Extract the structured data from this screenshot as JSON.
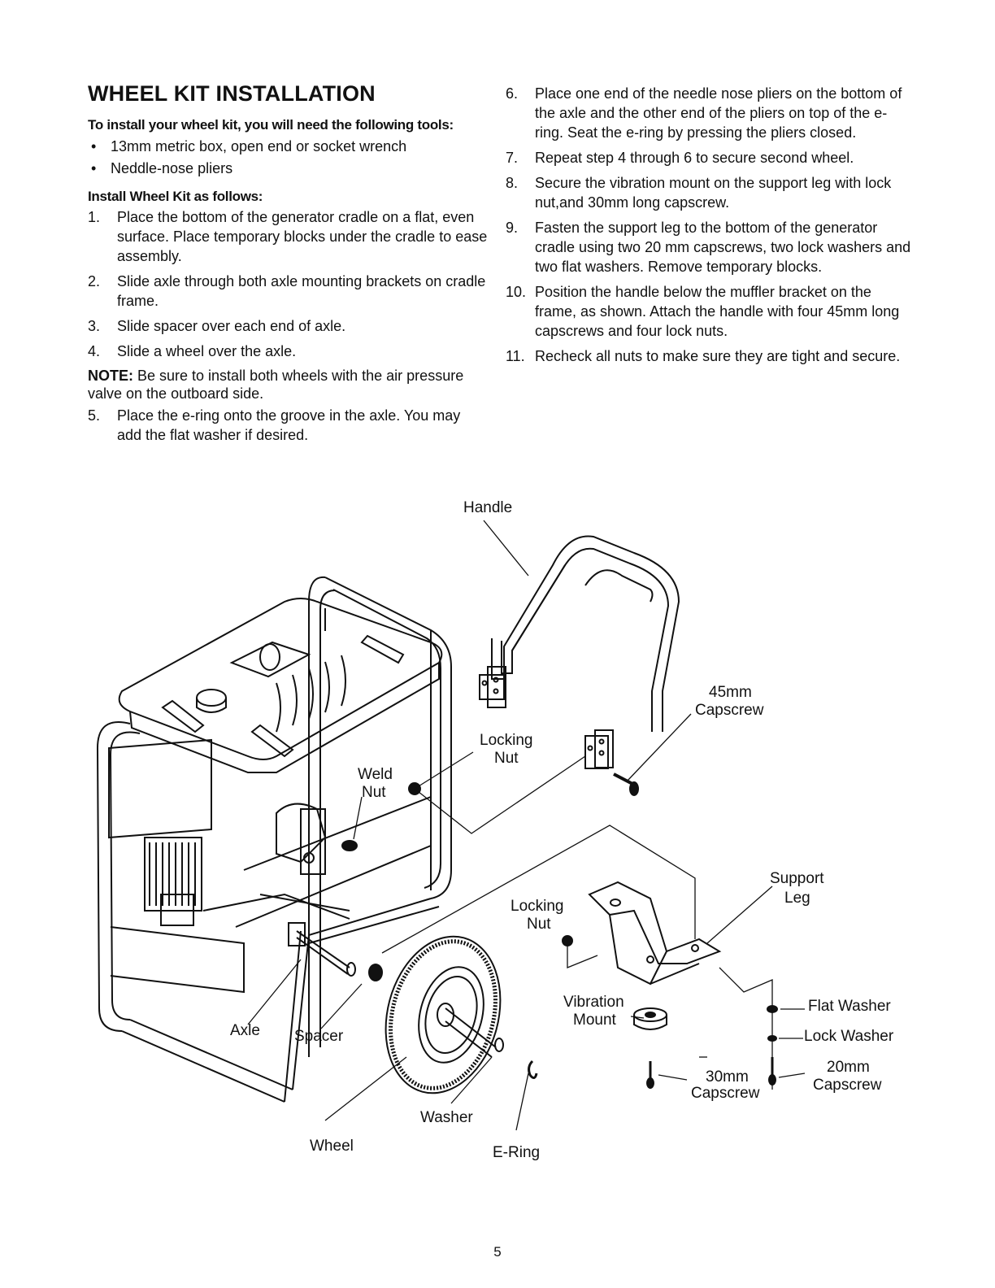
{
  "title": "WHEEL KIT INSTALLATION",
  "tools_heading": "To install your wheel kit, you will need the following tools:",
  "tools": [
    "13mm metric box, open end or socket wrench",
    "Neddle-nose pliers"
  ],
  "bullet": "•",
  "steps_heading": "Install Wheel Kit as follows:",
  "steps": [
    {
      "n": "1.",
      "text": "Place the bottom of the generator cradle on a flat, even surface. Place temporary blocks under the cradle to ease assembly."
    },
    {
      "n": "2.",
      "text": "Slide axle through both axle mounting brackets on cradle frame."
    },
    {
      "n": "3.",
      "text": "Slide spacer over each end of axle."
    },
    {
      "n": "4.",
      "text": "Slide a wheel over the axle."
    }
  ],
  "note": {
    "label": "NOTE:",
    "text": " Be sure to install both wheels with the air pressure valve on the outboard side."
  },
  "steps_after_note": [
    {
      "n": "5.",
      "text": "Place the e-ring onto the groove in the axle. You may add the flat washer if desired."
    }
  ],
  "steps_right": [
    {
      "n": "6.",
      "text": "Place one end of the needle nose pliers on the bottom of the axle and the other end of the pliers on top of the e-ring. Seat the e-ring by pressing the pliers closed."
    },
    {
      "n": "7.",
      "text": "Repeat step 4 through 6 to secure second wheel."
    },
    {
      "n": "8.",
      "text": "Secure the vibration mount on the support leg with lock nut,and 30mm long capscrew."
    },
    {
      "n": "9.",
      "text": "Fasten the support leg to the bottom of the generator cradle using two 20 mm capscrews, two lock washers and two flat washers. Remove temporary blocks."
    },
    {
      "n": "10.",
      "text": "Position the handle below the muffler bracket on the frame, as shown. Attach the handle with four 45mm long capscrews and four lock nuts."
    },
    {
      "n": "11.",
      "text": "Recheck all nuts to make sure they are tight and secure."
    }
  ],
  "diagram_labels": {
    "handle": "Handle",
    "capscrew_45_a": "45mm",
    "capscrew_45_b": "Capscrew",
    "locking_nut_1_a": "Locking",
    "locking_nut_1_b": "Nut",
    "weld_nut_a": "Weld",
    "weld_nut_b": "Nut",
    "support_leg_a": "Support",
    "support_leg_b": "Leg",
    "locking_nut_2_a": "Locking",
    "locking_nut_2_b": "Nut",
    "vibration_mount_a": "Vibration",
    "vibration_mount_b": "Mount",
    "flat_washer": "Flat Washer",
    "lock_washer": "Lock Washer",
    "capscrew_20_a": "20mm",
    "capscrew_20_b": "Capscrew",
    "capscrew_30_a": "30mm",
    "capscrew_30_b": "Capscrew",
    "axle": "Axle",
    "spacer": "Spacer",
    "washer": "Washer",
    "wheel": "Wheel",
    "e_ring": "E-Ring"
  },
  "page_number": "5"
}
